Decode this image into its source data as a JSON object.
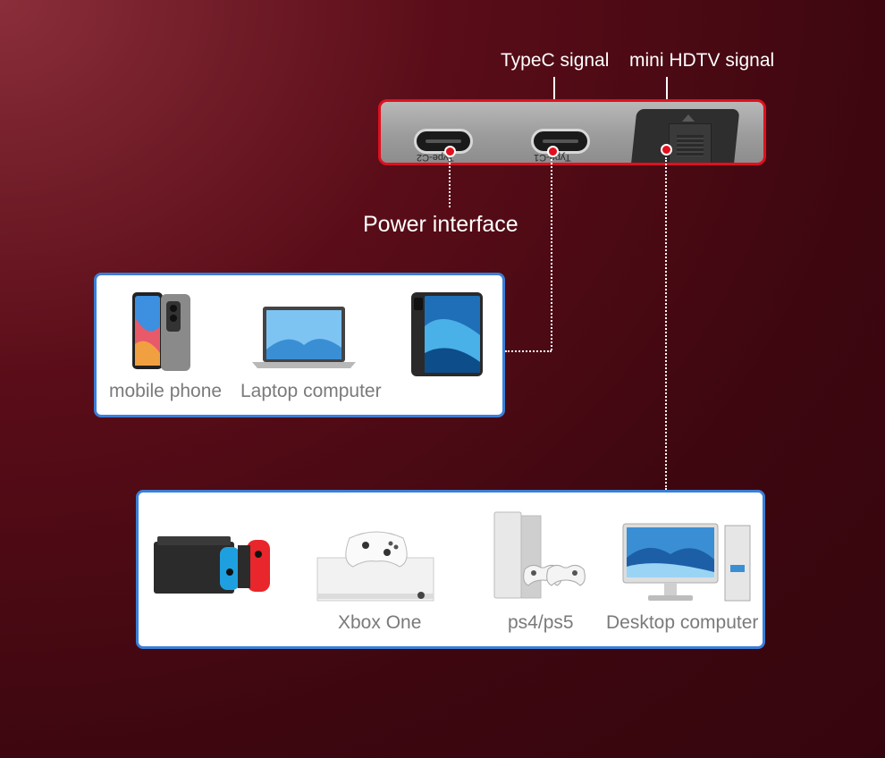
{
  "labels": {
    "typec_signal": "TypeC signal",
    "mini_hdtv_signal": "mini HDTV signal",
    "power_interface": "Power interface"
  },
  "ports": {
    "c2_text": "Type-C2",
    "c1_text": "Type-C1"
  },
  "typec_devices": [
    {
      "label": "mobile phone",
      "icon": "phone-icon"
    },
    {
      "label": "Laptop computer",
      "icon": "laptop-icon"
    },
    {
      "label": "",
      "icon": "tablet-icon"
    }
  ],
  "hdtv_devices": [
    {
      "label": "",
      "icon": "switch-console-icon"
    },
    {
      "label": "Xbox One",
      "icon": "xbox-icon"
    },
    {
      "label": "ps4/ps5",
      "icon": "playstation-icon"
    },
    {
      "label": "Desktop computer",
      "icon": "desktop-icon"
    }
  ],
  "colors": {
    "accent_red": "#e0101e",
    "box_border": "#3a7fd8",
    "background": "#5a0d18"
  }
}
